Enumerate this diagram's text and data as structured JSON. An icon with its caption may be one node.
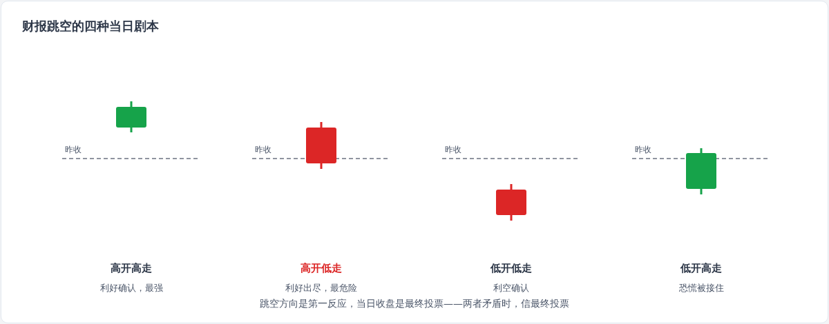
{
  "diagram": {
    "title": "财报跳空的四种当日剧本",
    "caption": "跳空方向是第一反应，当日收盘是最终投票——两者矛盾时，信最终投票",
    "labels": [
      "昨收",
      "昨收",
      "昨收",
      "昨收",
      "高开高走",
      "利好确认，最强",
      "高开低走",
      "利好出尽，最危险",
      "低开低走",
      "利空确认",
      "低开高走",
      "恐慌被接住"
    ]
  }
}
